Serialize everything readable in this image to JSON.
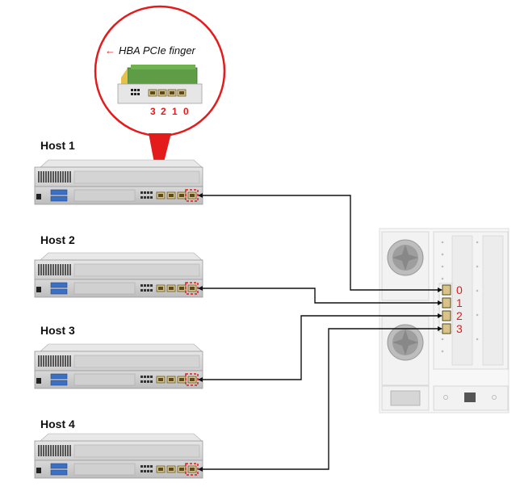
{
  "callout": {
    "text": "HBA PCIe finger",
    "arrow": "←",
    "port_numbers": [
      "3",
      "2",
      "1",
      "0"
    ]
  },
  "hosts": [
    {
      "label": "Host 1"
    },
    {
      "label": "Host 2"
    },
    {
      "label": "Host 3"
    },
    {
      "label": "Host 4"
    }
  ],
  "storage": {
    "port_numbers": [
      "0",
      "1",
      "2",
      "3"
    ]
  },
  "colors": {
    "accent_red": "#e41b1b",
    "port_gold": "#c9b27a",
    "chassis_gray": "#c8c8c8",
    "cable": "#111111"
  }
}
